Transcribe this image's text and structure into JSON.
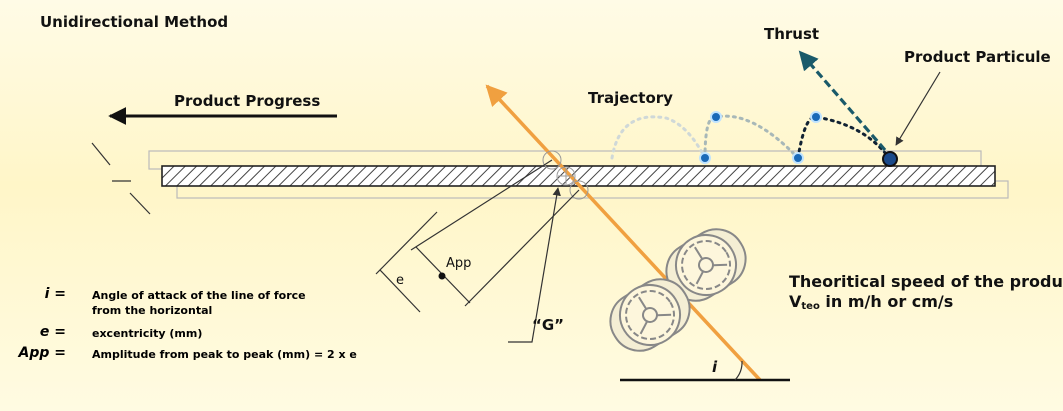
{
  "title": "Unidirectional Method",
  "labels": {
    "product_progress": "Product Progress",
    "trajectory": "Trajectory",
    "thrust": "Thrust",
    "product_particule": "Product Particule",
    "app": "App",
    "e": "e",
    "g": "“G”",
    "i": "i"
  },
  "speed": {
    "line1": "Theoritical speed of the product",
    "v": "V",
    "sub": "teo",
    "unit": " in m/h or cm/s"
  },
  "legend": [
    {
      "symbol": "i =",
      "line1": "Angle of attack of the line of force",
      "line2": "from the horizontal"
    },
    {
      "symbol": "e =",
      "line1": "excentricity (mm)",
      "line2": ""
    },
    {
      "symbol": "App =",
      "line1": "Amplitude from peak to peak (mm) = 2 x e",
      "line2": ""
    }
  ],
  "colors": {
    "force_line": "#f0a040",
    "thrust": "#1a5a6a",
    "particle": "#1a4a8a",
    "plate_outline": "#222222"
  }
}
